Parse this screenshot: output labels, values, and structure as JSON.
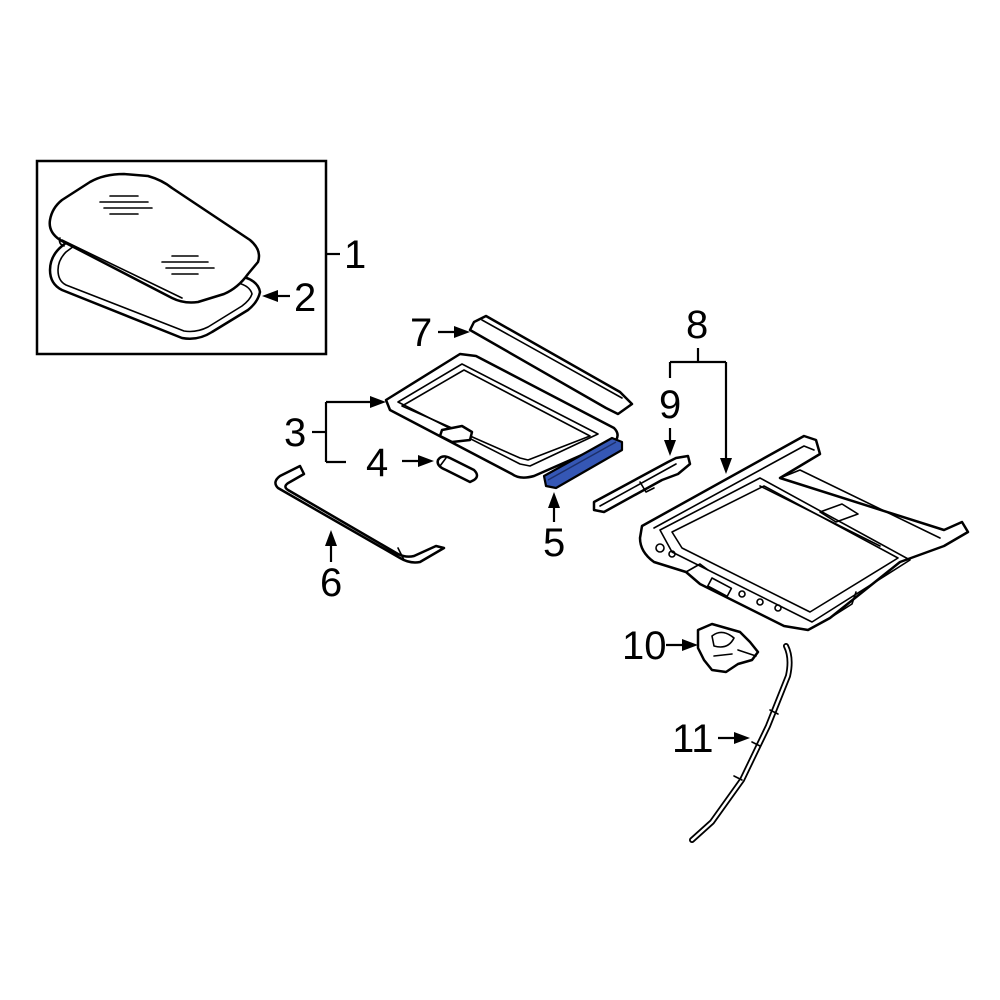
{
  "diagram": {
    "highlight_color": "#3557b5",
    "callouts": [
      {
        "id": "1",
        "label": "1"
      },
      {
        "id": "2",
        "label": "2"
      },
      {
        "id": "3",
        "label": "3"
      },
      {
        "id": "4",
        "label": "4"
      },
      {
        "id": "5",
        "label": "5"
      },
      {
        "id": "6",
        "label": "6"
      },
      {
        "id": "7",
        "label": "7"
      },
      {
        "id": "8",
        "label": "8"
      },
      {
        "id": "9",
        "label": "9"
      },
      {
        "id": "10",
        "label": "10"
      },
      {
        "id": "11",
        "label": "11"
      }
    ]
  }
}
